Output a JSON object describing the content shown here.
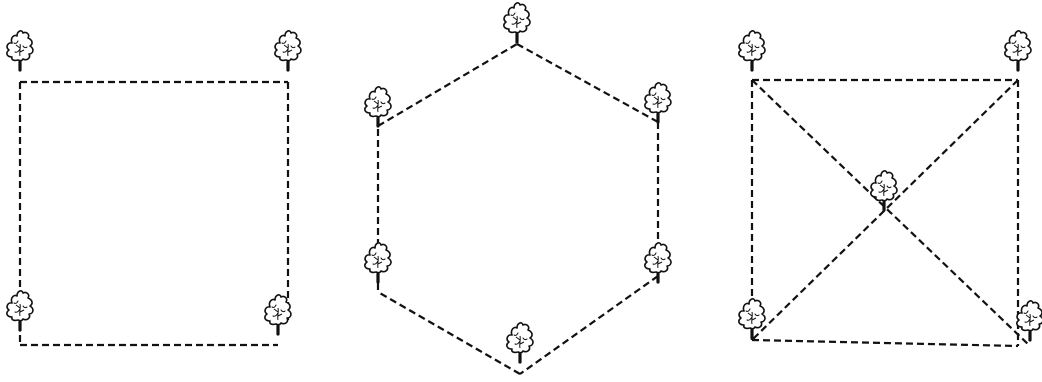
{
  "diagram": {
    "panels": [
      {
        "pattern": "square",
        "tree_count": 4
      },
      {
        "pattern": "hexagonal",
        "tree_count": 6
      },
      {
        "pattern": "quincunx",
        "tree_count": 5
      }
    ],
    "icons": {
      "tree": "tree-icon"
    },
    "colors": {
      "ink": "#111111",
      "background": "#ffffff"
    }
  }
}
